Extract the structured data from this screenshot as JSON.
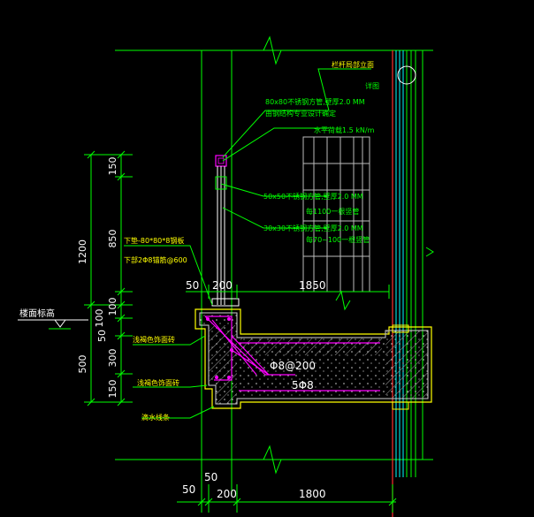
{
  "colors": {
    "background": "#000000",
    "dimension": "#00ff00",
    "outline": "#ffff00",
    "rebar": "#ff00ff",
    "axis_line": "#ff3030",
    "hatch": "#bdbdbd",
    "text": "#ffffff",
    "glass": "#00ffff"
  },
  "dims": {
    "left_total": "1200",
    "left_lower": "500",
    "left_150_top": "150",
    "left_850": "850",
    "left_100": "100",
    "left_100_b": "100",
    "left_50": "50",
    "left_300": "300",
    "left_150_bottom": "150",
    "top_50": "50",
    "top_200": "200",
    "top_1850": "1850",
    "bottom_50": "50",
    "bottom_50_b": "50",
    "bottom_200": "200",
    "bottom_1800": "1800"
  },
  "labels": {
    "floor_level": "楼面标高",
    "top_right_1": "栏杆局部立面",
    "top_right_2": "详图",
    "handrail_1": "80x80不锈钢方管,壁厚2.0 MM",
    "handrail_2": "由钢结构专业设计确定",
    "load": "水平荷载1.5 kN/m",
    "post_1": "50x50不锈钢方管,壁厚2.0 MM",
    "post_2": "每1100一根竖管",
    "baluster_1": "30x30不锈钢方管,壁厚2.0 MM",
    "baluster_2": "每70~100一根竖管",
    "embed_1": "下垫-80*80*8钢板",
    "embed_2": "下部2Φ8锚筋@600",
    "concrete_1": "浅褐色饰面砖",
    "concrete_2": "浅褐色饰面砖",
    "drip": "滴水线条",
    "rebar_dist": "Φ8@200",
    "rebar_long": "5Φ8"
  }
}
